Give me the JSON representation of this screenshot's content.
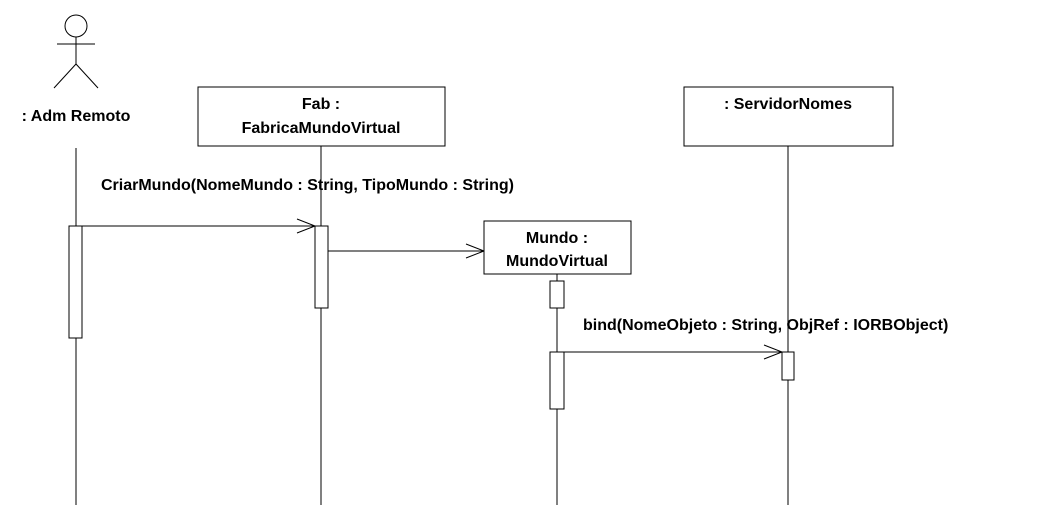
{
  "diagram": {
    "actor": {
      "label": ": Adm Remoto"
    },
    "objects": {
      "fab": {
        "line1": "Fab :",
        "line2": "FabricaMundoVirtual"
      },
      "servidor": {
        "line1": ": ServidorNomes"
      },
      "mundo": {
        "line1": "Mundo :",
        "line2": "MundoVirtual"
      }
    },
    "messages": {
      "criar_mundo": "CriarMundo(NomeMundo : String, TipoMundo : String)",
      "bind": "bind(NomeObjeto : String, ObjRef : IORBObject)"
    }
  }
}
